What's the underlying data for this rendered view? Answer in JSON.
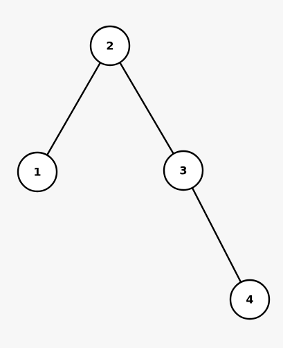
{
  "diagram": {
    "type": "binary-tree",
    "colors": {
      "background": "#f7f7f7",
      "node_fill": "#ffffff",
      "stroke": "#000000",
      "text": "#000000"
    },
    "nodes": [
      {
        "id": "n2",
        "label": "2"
      },
      {
        "id": "n1",
        "label": "1"
      },
      {
        "id": "n3",
        "label": "3"
      },
      {
        "id": "n4",
        "label": "4"
      }
    ],
    "edges": [
      {
        "from": "n2",
        "to": "n1"
      },
      {
        "from": "n2",
        "to": "n3"
      },
      {
        "from": "n3",
        "to": "n4"
      }
    ]
  }
}
